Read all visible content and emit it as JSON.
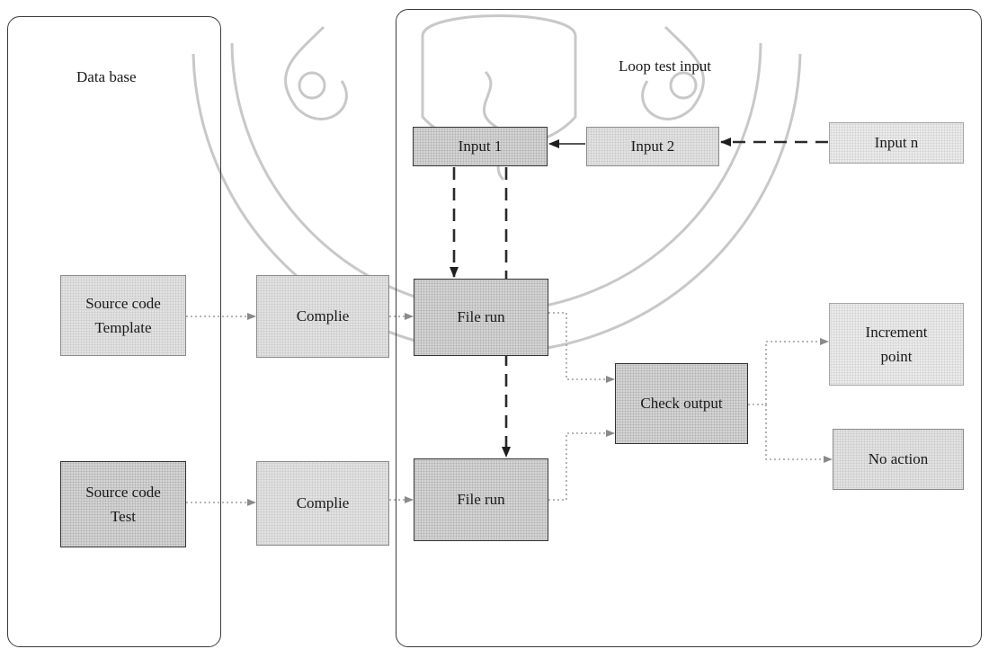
{
  "regions": {
    "database": {
      "label": "Data base"
    },
    "loop": {
      "label": "Loop test input"
    }
  },
  "boxes": {
    "source_template": {
      "line1": "Source code",
      "line2": "Template"
    },
    "compile_1": "Complie",
    "file_run_1": "File run",
    "source_test": {
      "line1": "Source code",
      "line2": "Test"
    },
    "compile_2": "Complie",
    "file_run_2": "File run",
    "input_1": "Input 1",
    "input_2": "Input 2",
    "input_n": "Input n",
    "check_output": "Check output",
    "increment_point": {
      "line1": "Increment",
      "line2": "point"
    },
    "no_action": "No action"
  },
  "colors": {
    "dotted_arrow": "#8a8a8a",
    "dashed_arrow": "#2a2a2a",
    "solid_arrow": "#1e1e1e",
    "box_fill": "#e2e2e2",
    "watermark": "#c8c8c8"
  }
}
